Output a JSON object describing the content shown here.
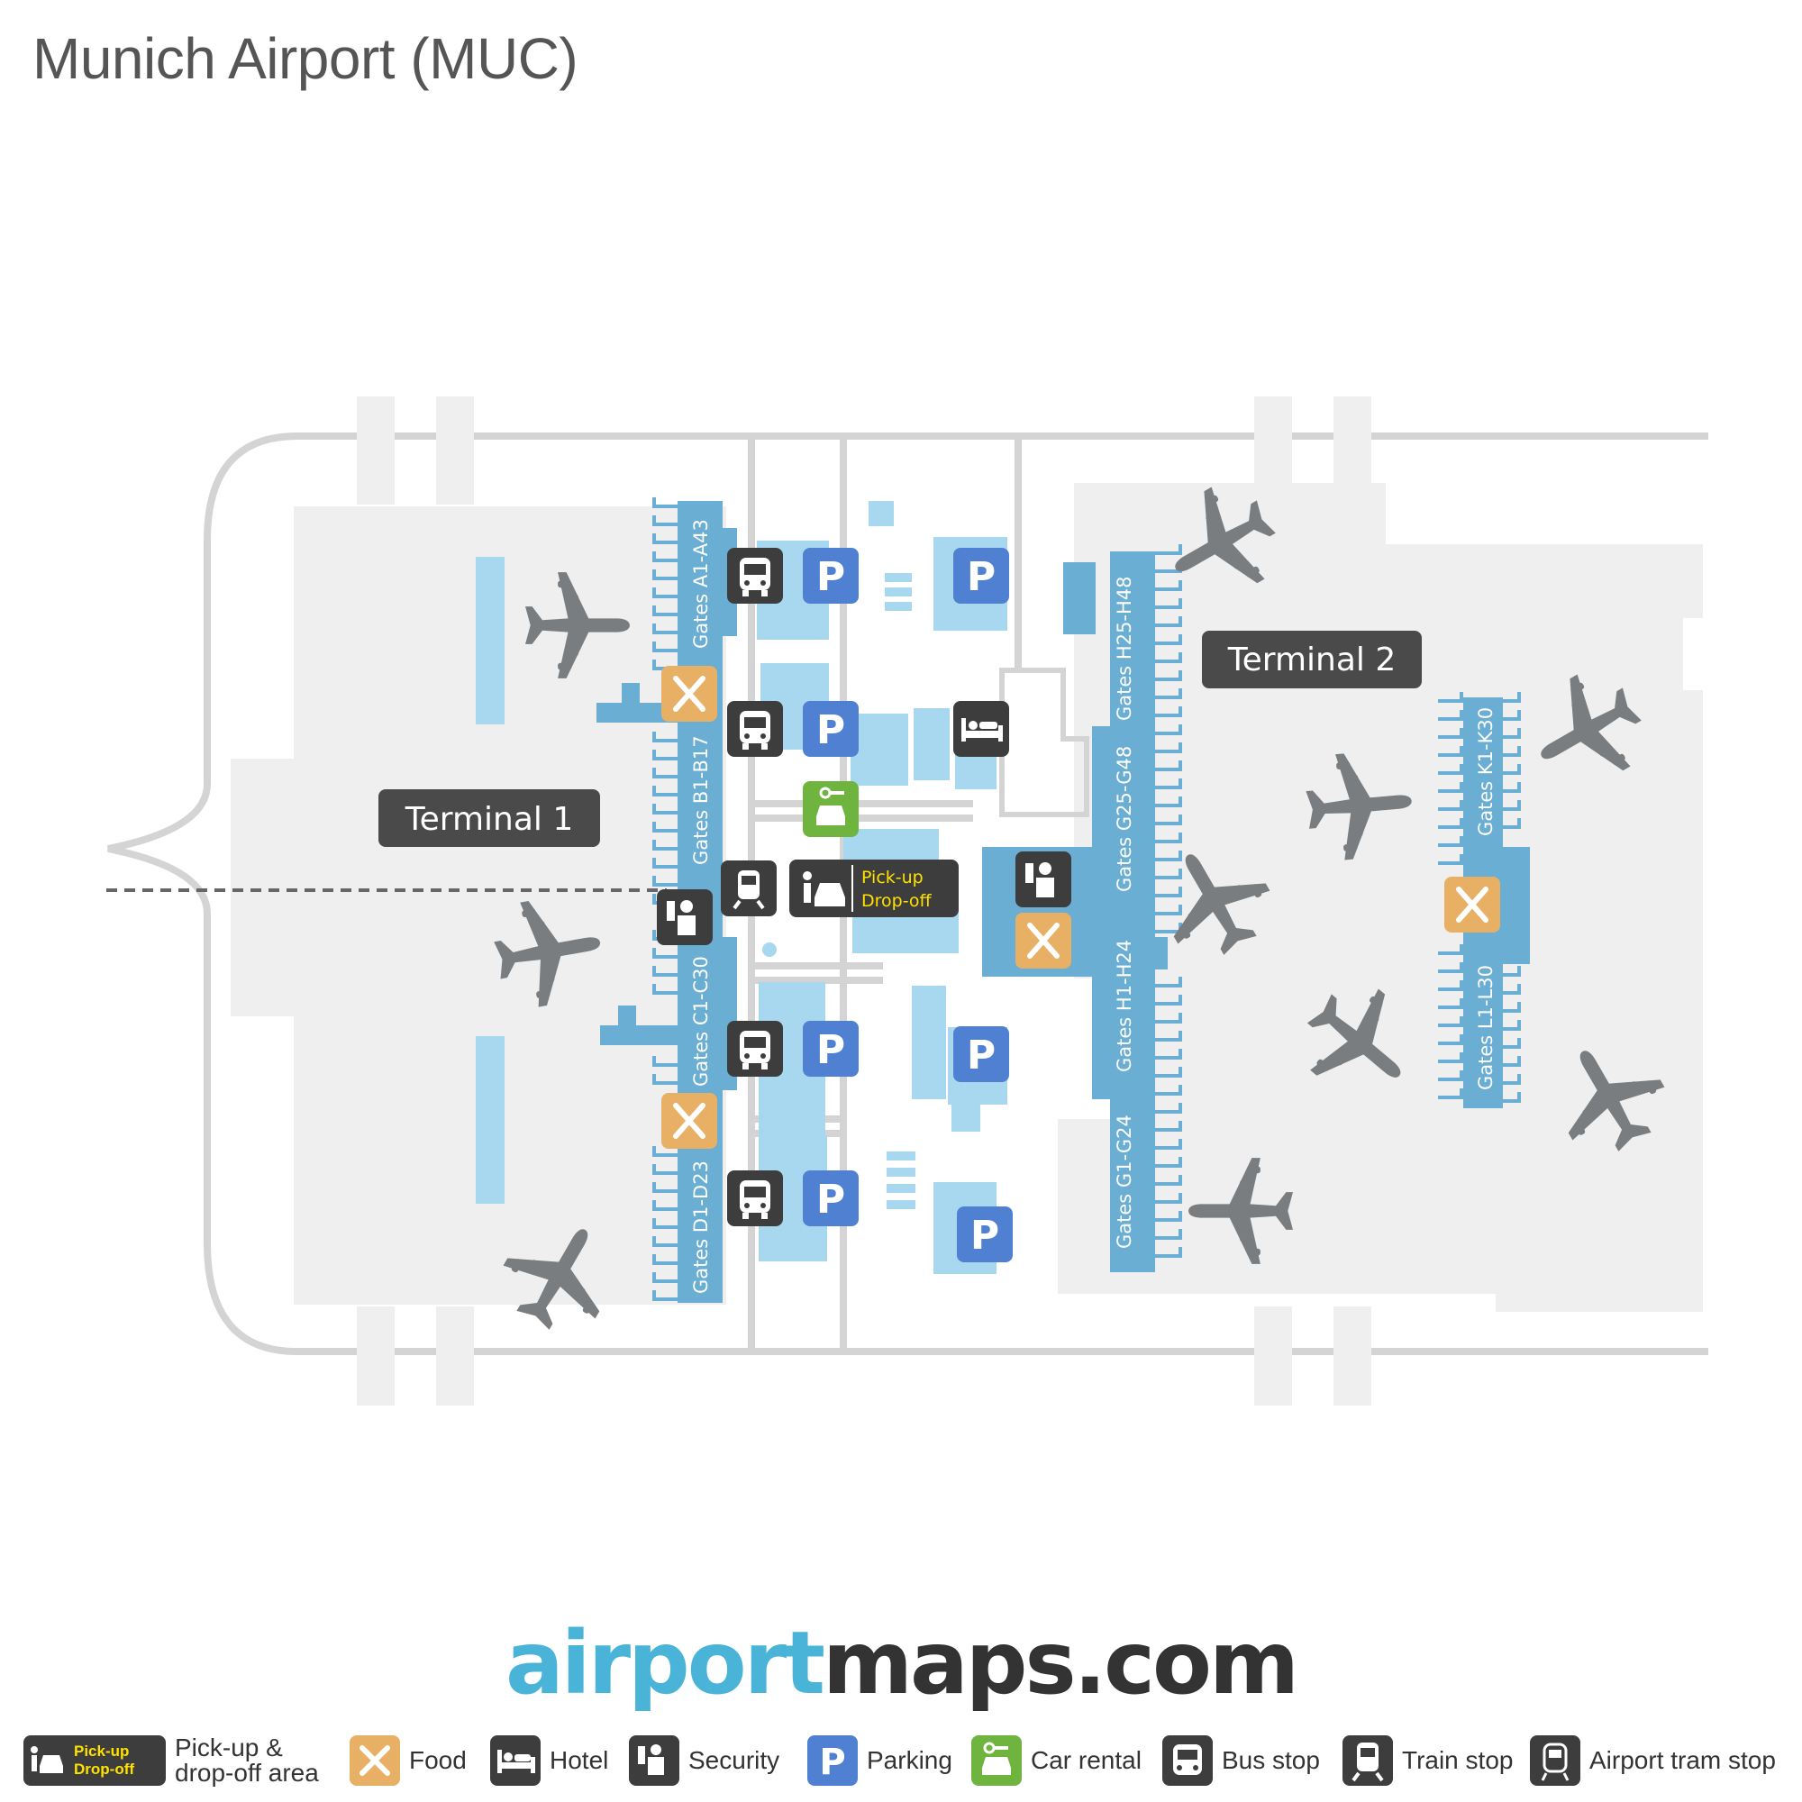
{
  "title": "Munich Airport (MUC)",
  "terminals": [
    "Terminal 1",
    "Terminal 2"
  ],
  "gates": {
    "a": "Gates A1-A43",
    "b": "Gates B1-B17",
    "c": "Gates C1-C30",
    "d": "Gates D1-D23",
    "h_upper": "Gates H25-H48",
    "g_upper": "Gates G25-G48",
    "h_lower": "Gates H1-H24",
    "g_lower": "Gates G1-G24",
    "k": "Gates K1-K30",
    "l": "Gates L1-L30"
  },
  "pickup_sign": {
    "line1": "Pick-up",
    "line2": "Drop-off"
  },
  "parking_glyph": "P",
  "brand": {
    "part1": "airport",
    "part2": "maps.com"
  },
  "legend": [
    {
      "icon": "pickup-dropoff-icon",
      "label": "Pick-up & drop-off area"
    },
    {
      "icon": "food-icon",
      "label": "Food"
    },
    {
      "icon": "hotel-icon",
      "label": "Hotel"
    },
    {
      "icon": "security-icon",
      "label": "Security"
    },
    {
      "icon": "parking-icon",
      "label": "Parking"
    },
    {
      "icon": "car-rental-icon",
      "label": "Car rental"
    },
    {
      "icon": "bus-stop-icon",
      "label": "Bus stop"
    },
    {
      "icon": "train-stop-icon",
      "label": "Train stop"
    },
    {
      "icon": "airport-tram-stop-icon",
      "label": "Airport tram stop"
    }
  ],
  "colors": {
    "terminal_blue": "#6aaed4",
    "light_blue": "#a8d8f0",
    "apron_grey": "#efefef",
    "road_grey": "#d4d4d4",
    "icon_dark": "#3d3d3d",
    "food_orange": "#e8b064",
    "parking_blue": "#4f80d1",
    "car_rental_green": "#6fb43f",
    "plane_grey": "#7a7d80",
    "brand_blue": "#4ab4d8"
  }
}
